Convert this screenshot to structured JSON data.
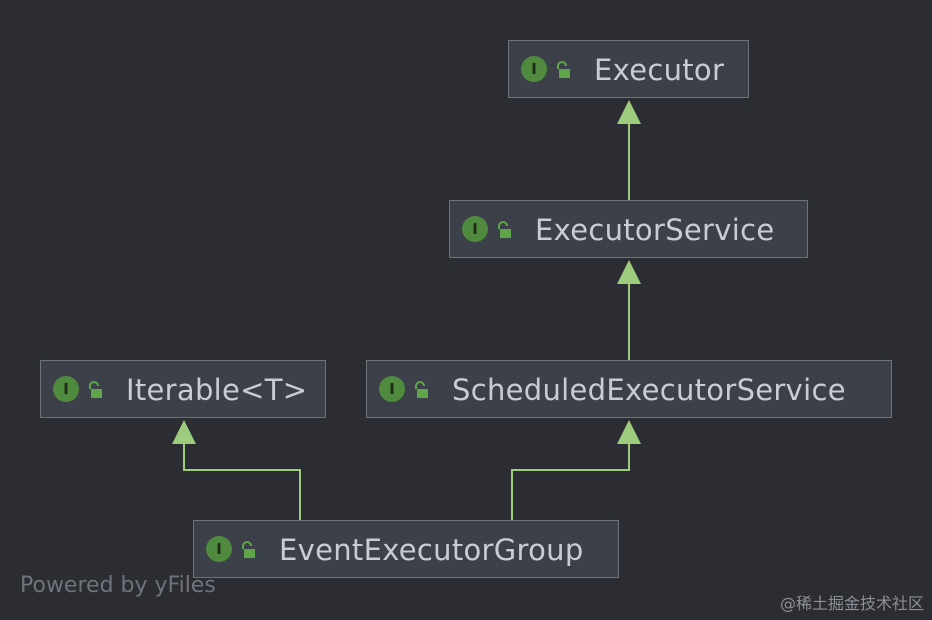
{
  "nodes": {
    "executor": {
      "label": "Executor",
      "badge": "I"
    },
    "executor_service": {
      "label": "ExecutorService",
      "badge": "I"
    },
    "iterable": {
      "label": "Iterable<T>",
      "badge": "I"
    },
    "scheduled_executor_service": {
      "label": "ScheduledExecutorService",
      "badge": "I"
    },
    "event_executor_group": {
      "label": "EventExecutorGroup",
      "badge": "I"
    }
  },
  "edges": [
    {
      "from": "executor_service",
      "to": "executor"
    },
    {
      "from": "scheduled_executor_service",
      "to": "executor_service"
    },
    {
      "from": "event_executor_group",
      "to": "iterable"
    },
    {
      "from": "event_executor_group",
      "to": "scheduled_executor_service"
    }
  ],
  "footer": "Powered by yFiles",
  "watermark": "@稀土掘金技术社区",
  "colors": {
    "background": "#2b2d33",
    "node_fill": "#3c4048",
    "node_border": "#6e737b",
    "edge": "#9ccc7c",
    "badge": "#4f8a3f",
    "text": "#c9ccd1"
  }
}
